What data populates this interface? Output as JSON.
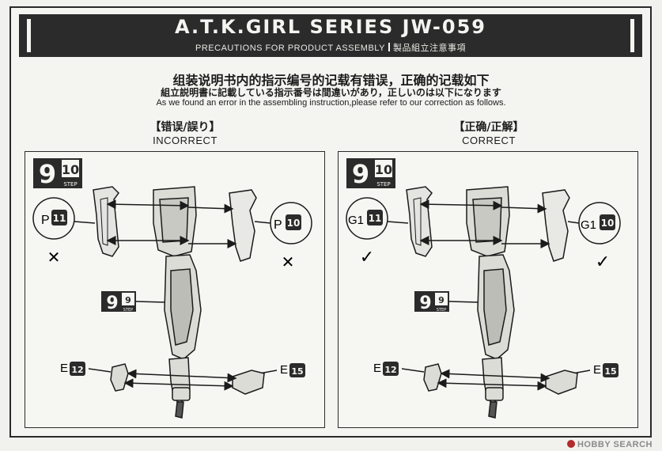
{
  "header": {
    "title": "A.T.K.GIRL SERIES JW-059",
    "subtitle_en": "PRECAUTIONS FOR PRODUCT ASSEMBLY",
    "subtitle_jp": "製品組立注意事項"
  },
  "notice": {
    "cn": "组装说明书内的指示编号的记载有错误，正确的记载如下",
    "jp": "組立説明書に記載している指示番号は間違いがあり，正しいのは以下になります",
    "en": "As we found an error in the assembling instruction,please refer to our correction as follows."
  },
  "incorrect": {
    "heading_cn": "【错误/誤り】",
    "heading_en": "INCORRECT",
    "step_main": "9",
    "step_sub": "10",
    "step_word": "STEP",
    "sub_step_main": "9",
    "sub_step_sub": "9",
    "sub_step_word": "STEP",
    "left_part_prefix": "P",
    "left_part_num": "11",
    "right_part_prefix": "P",
    "right_part_num": "10",
    "left_mark": "✕",
    "right_mark": "✕",
    "bottom_left_prefix": "E",
    "bottom_left_num": "12",
    "bottom_right_prefix": "E",
    "bottom_right_num": "15"
  },
  "correct": {
    "heading_cn": "【正确/正解】",
    "heading_en": "CORRECT",
    "step_main": "9",
    "step_sub": "10",
    "step_word": "STEP",
    "sub_step_main": "9",
    "sub_step_sub": "9",
    "sub_step_word": "STEP",
    "left_part_prefix": "G1",
    "left_part_num": "11",
    "right_part_prefix": "G1",
    "right_part_num": "10",
    "left_mark": "✓",
    "right_mark": "✓",
    "bottom_left_prefix": "E",
    "bottom_left_num": "12",
    "bottom_right_prefix": "E",
    "bottom_right_num": "15"
  },
  "watermark": "HOBBY SEARCH"
}
